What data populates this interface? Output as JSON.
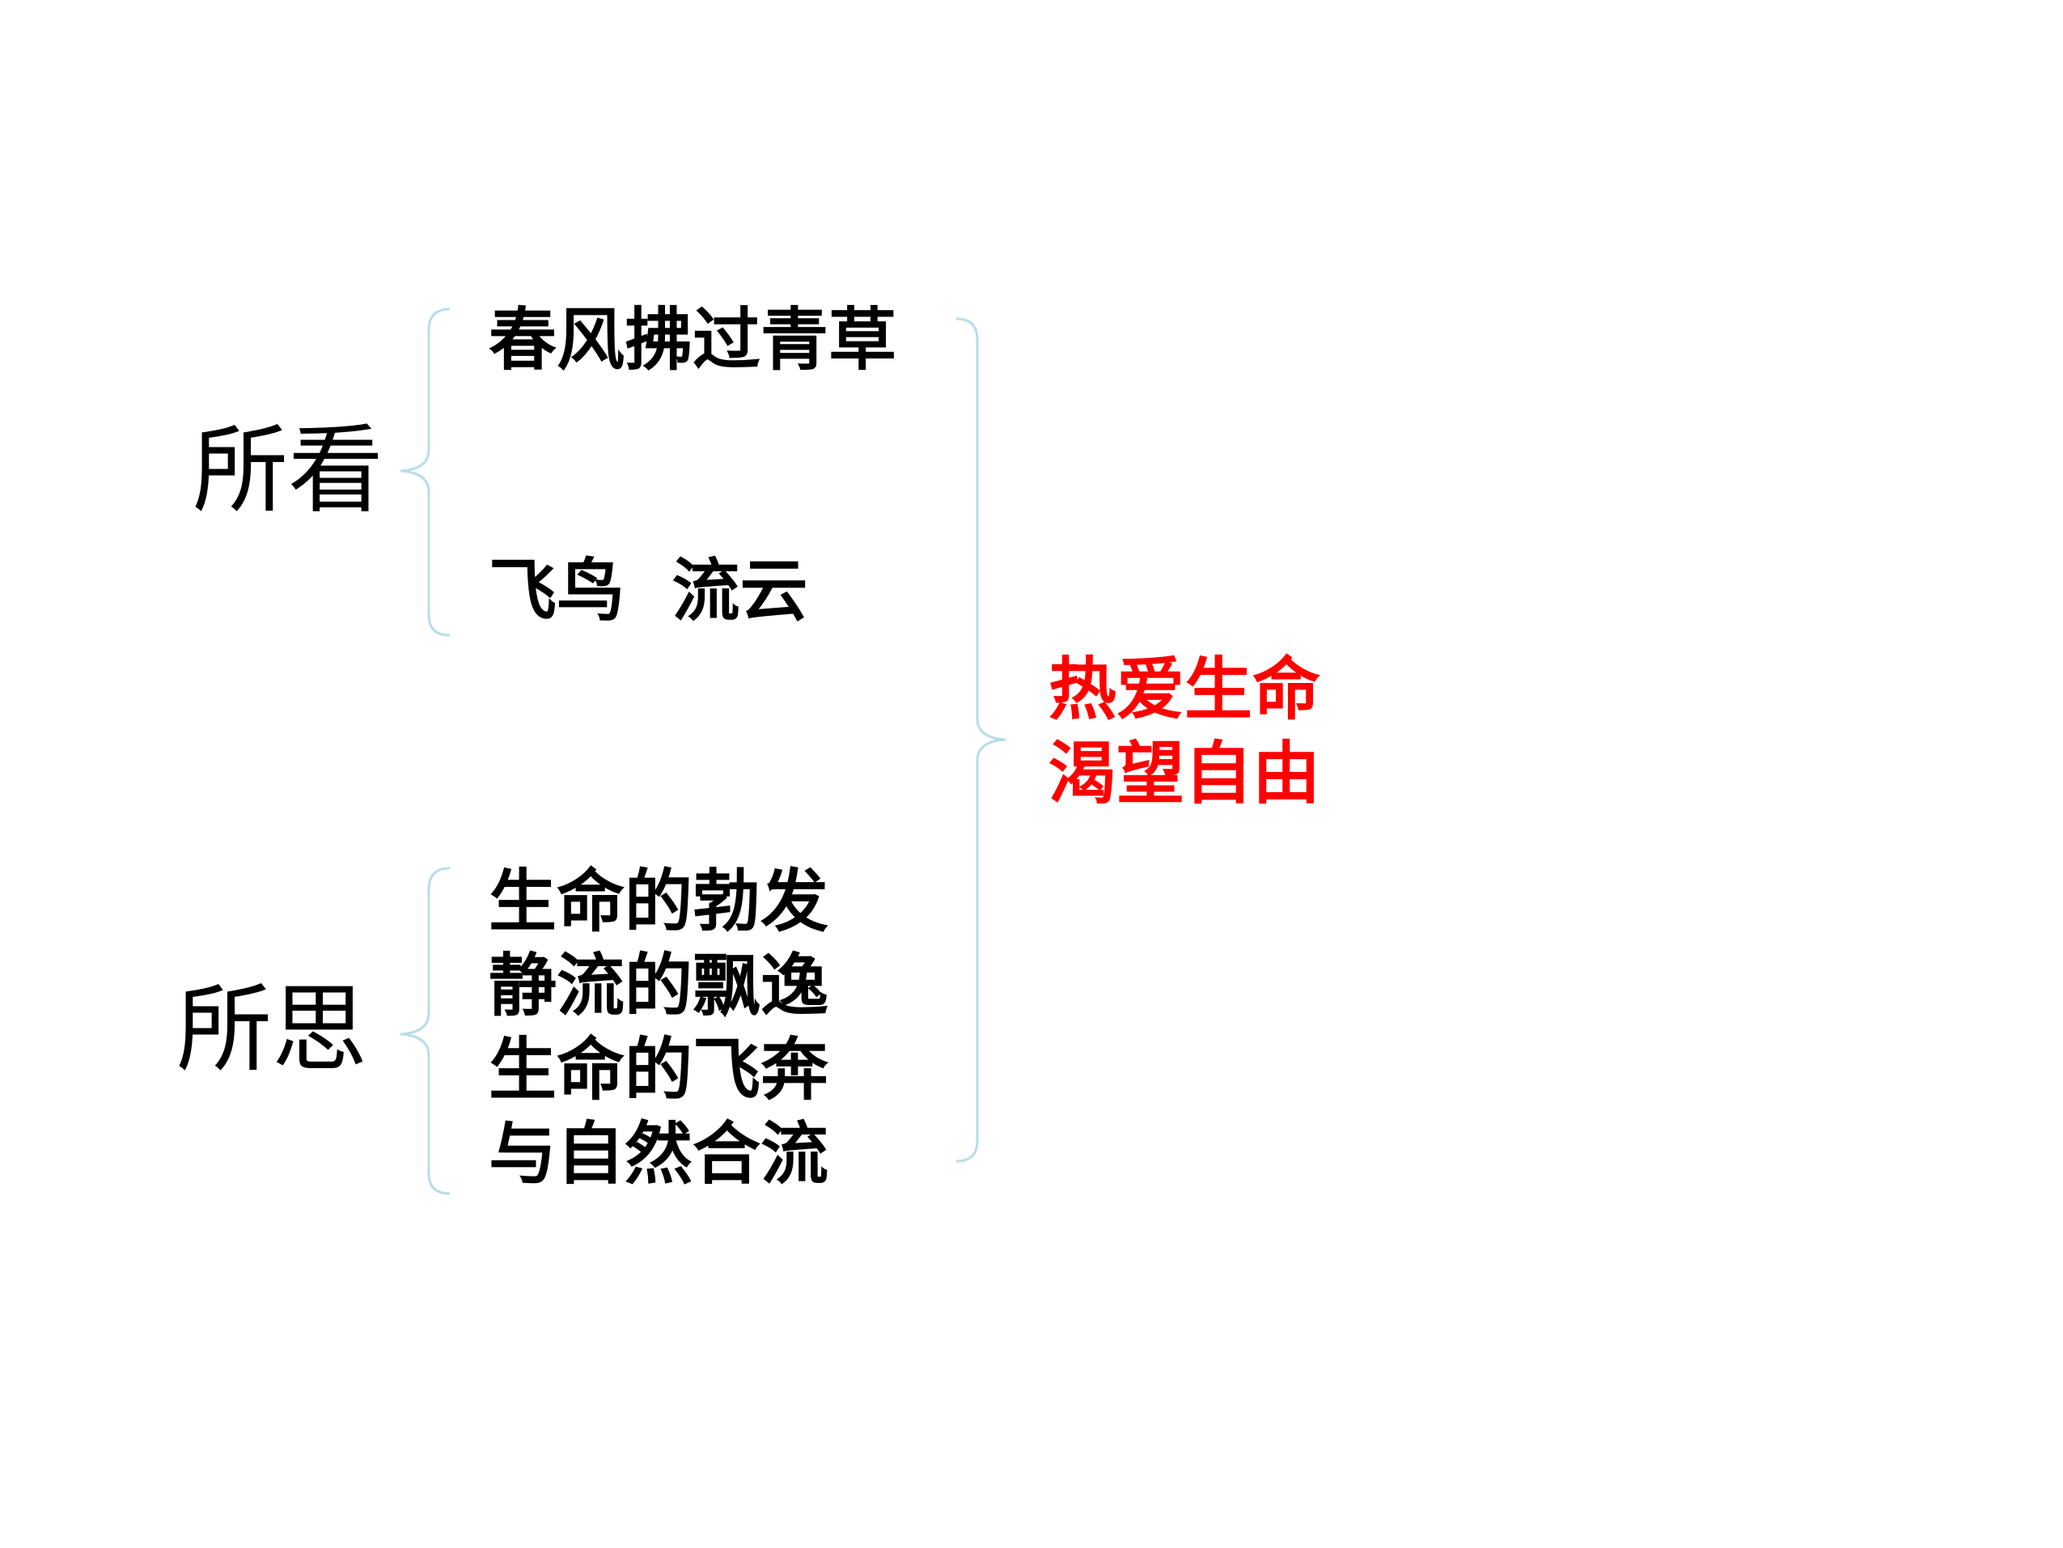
{
  "colors": {
    "text": "#000000",
    "accent": "#ff0000",
    "brace": "#b7dde8"
  },
  "groups": {
    "seen": {
      "label": "所看",
      "items": [
        "春风拂过青草",
        "飞鸟  流云"
      ]
    },
    "thought": {
      "label": "所思",
      "items": [
        "生命的勃发",
        "静流的飘逸",
        "生命的飞奔",
        "与自然合流"
      ]
    }
  },
  "result": {
    "lines": [
      "热爱生命",
      "渴望自由"
    ]
  }
}
